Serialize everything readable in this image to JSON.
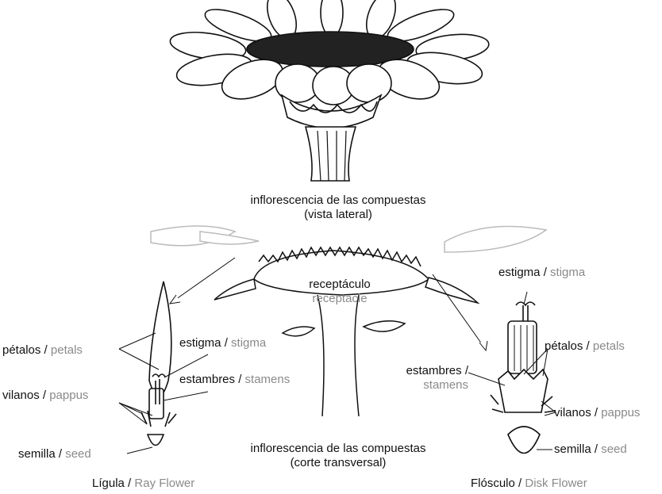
{
  "top_caption": {
    "line1": "inflorescencia de las compuestas",
    "line2": "(vista lateral)"
  },
  "bottom_caption": {
    "line1": "inflorescencia de las compuestas",
    "line2": "(corte transversal)"
  },
  "center_labels": {
    "receptacle_es": "receptáculo",
    "receptacle_en": "receptacle"
  },
  "ray_flower": {
    "petals_es": "pétalos",
    "petals_en": "petals",
    "stigma_es": "estigma",
    "stigma_en": "stigma",
    "stamens_es": "estambres",
    "stamens_en": "stamens",
    "pappus_es": "vilanos",
    "pappus_en": "pappus",
    "seed_es": "semilla",
    "seed_en": "seed",
    "title_es": "Lígula",
    "title_en": "Ray Flower"
  },
  "disk_flower": {
    "stigma_es": "estigma",
    "stigma_en": "stigma",
    "petals_es": "pétalos",
    "petals_en": "petals",
    "stamens_es": "estambres",
    "stamens_en": "stamens",
    "pappus_es": "vilanos",
    "pappus_en": "pappus",
    "seed_es": "semilla",
    "seed_en": "seed",
    "title_es": "Flósculo",
    "title_en": "Disk Flower"
  },
  "separator": " / "
}
